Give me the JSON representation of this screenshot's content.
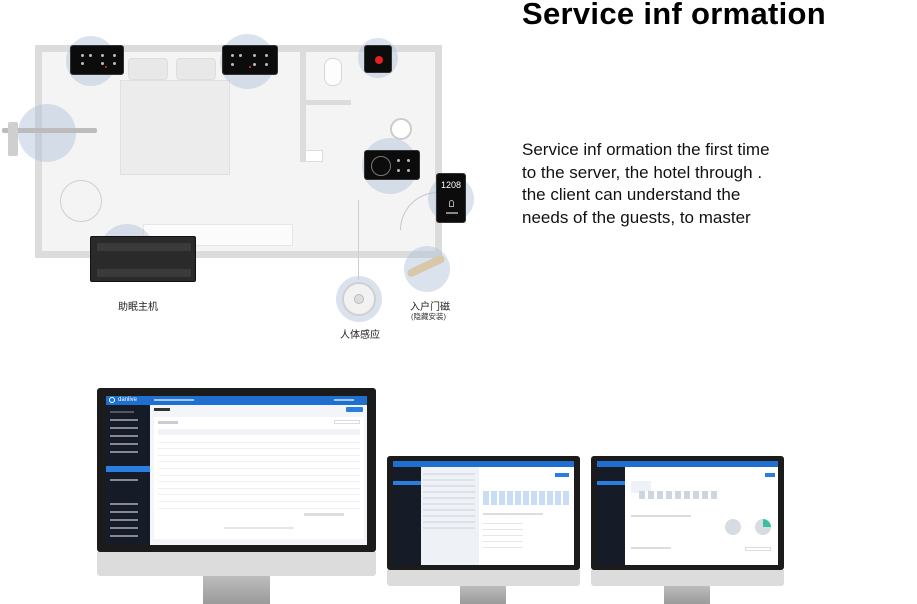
{
  "heading": "Service inf ormation",
  "description_lines": [
    "Service inf ormation the first time",
    "to the server, the hotel through .",
    "the client can understand the",
    "needs of the guests, to master"
  ],
  "devices": {
    "sleep_host": "助眠主机",
    "human_sensor": "人体感应",
    "door_magnet": "入户门磁",
    "door_magnet_note": "(隐藏安装)",
    "doorbell_time": "1208"
  },
  "monitors": {
    "app_name": "danlive",
    "colors": {
      "sidebar": "#151b27",
      "topbar": "#1f6fd0",
      "accent": "#2a7de1"
    }
  }
}
